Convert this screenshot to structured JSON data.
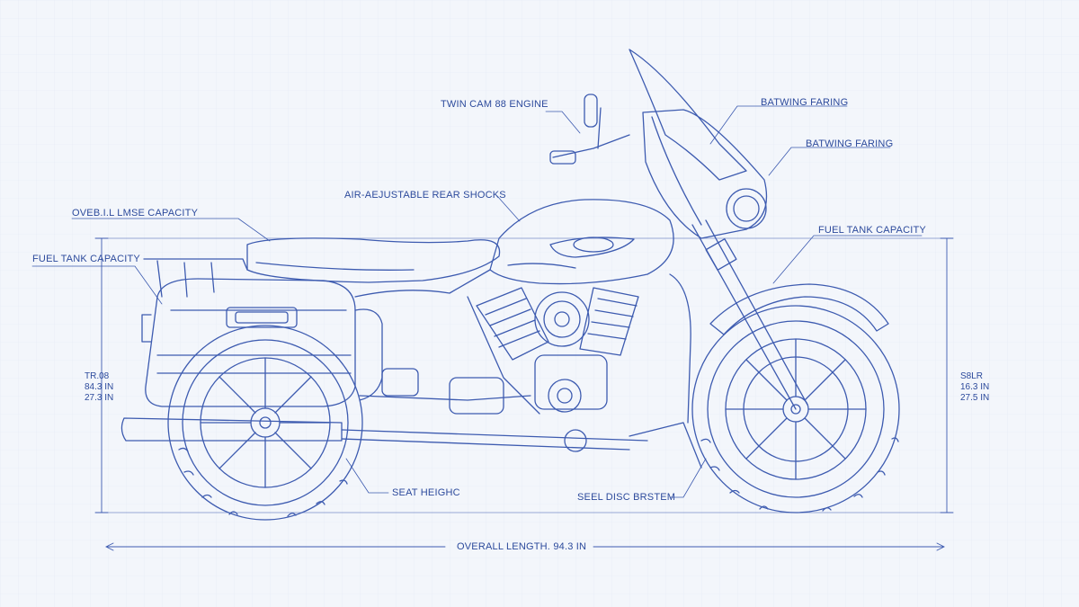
{
  "callouts": {
    "twin_cam": "TWIN CAM 88 ENGINE",
    "batwing_1": "BATWING FARING",
    "batwing_2": "BATWING FARING",
    "rear_shocks": "AIR-AEJUSTABLE REAR SHOCKS",
    "luggage": "OVEB.I.L LMSE CAPACITY",
    "fuel_left": "FUEL TANK CAPACITY",
    "fuel_right": "FUEL TANK CAPACITY",
    "seat": "SEAT HEIGHC",
    "disc": "SEEL DISC BRSTEM"
  },
  "left_dims": [
    "TR.08",
    "84.3 IN",
    "27.3 IN"
  ],
  "right_dims": [
    "S8LR",
    "16.3 IN",
    "27.5 IN"
  ],
  "overall_length": "OVERALL LENGTH. 94.3 IN",
  "colors": {
    "line": "#3d5bb0",
    "background": "#f3f6fb"
  }
}
